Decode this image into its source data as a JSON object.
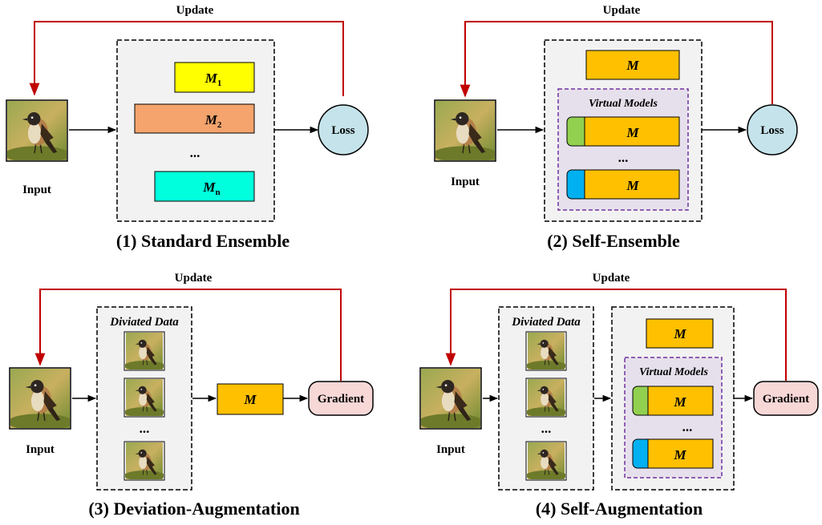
{
  "panels": [
    {
      "caption": "(1) Standard Ensemble",
      "update_label": "Update",
      "input_label": "Input",
      "models": [
        {
          "symbol": "M",
          "sub": "1",
          "color": "#ffff00"
        },
        {
          "symbol": "M",
          "sub": "2",
          "color": "#f4a46c"
        },
        {
          "symbol": "M",
          "sub": "n",
          "color": "#00ffdd"
        }
      ],
      "ellipsis": "...",
      "output_label": "Loss"
    },
    {
      "caption": "(2) Self-Ensemble",
      "update_label": "Update",
      "input_label": "Input",
      "model_label": "M",
      "virtual_models_title": "Virtual Models",
      "virtual_models": [
        {
          "label": "M",
          "tab_color": "#92d050"
        },
        {
          "label": "M",
          "tab_color": "#00b0f0"
        }
      ],
      "ellipsis": "...",
      "output_label": "Loss"
    },
    {
      "caption": "(3) Deviation-Augmentation",
      "update_label": "Update",
      "input_label": "Input",
      "data_title": "Diviated  Data",
      "ellipsis": "...",
      "model_label": "M",
      "output_label": "Gradient"
    },
    {
      "caption": "(4) Self-Augmentation",
      "update_label": "Update",
      "input_label": "Input",
      "data_title": "Diviated  Data",
      "ellipsis": "...",
      "model_label": "M",
      "virtual_models_title": "Virtual Models",
      "virtual_models": [
        {
          "label": "M",
          "tab_color": "#92d050"
        },
        {
          "label": "M",
          "tab_color": "#00b0f0"
        }
      ],
      "output_label": "Gradient"
    }
  ],
  "colors": {
    "model_orange": "#ffc000",
    "update_arrow": "#c00000",
    "loss_fill": "#c5e3ea",
    "gradient_fill": "#f8d7d7",
    "dashed_panel_fill": "#f2f2f2",
    "virtual_fill": "#e6e0ec",
    "virtual_border": "#7030a0"
  }
}
